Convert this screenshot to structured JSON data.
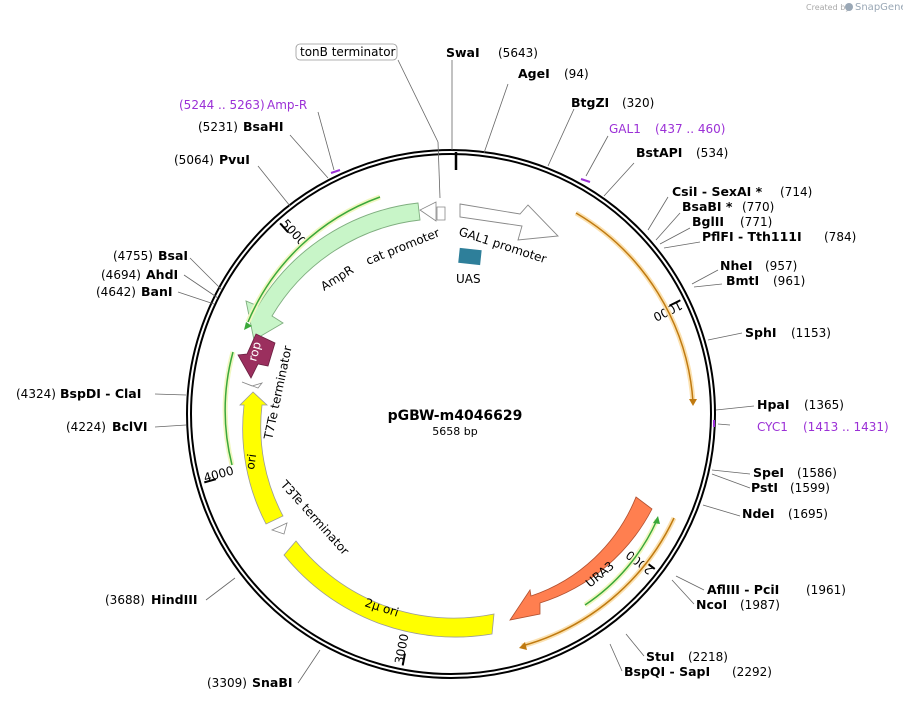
{
  "header": {
    "created_by": "Created by",
    "brand": "SnapGene"
  },
  "plasmid": {
    "name": "pGBW-m4046629",
    "length_label": "5658 bp",
    "length": 5658
  },
  "ticks": [
    {
      "pos": 1000,
      "label": "1000"
    },
    {
      "pos": 2000,
      "label": "2000"
    },
    {
      "pos": 3000,
      "label": "3000"
    },
    {
      "pos": 4000,
      "label": "4000"
    },
    {
      "pos": 5000,
      "label": "5000"
    }
  ],
  "sites_right": [
    {
      "name": "SwaI",
      "pos_label": "(5643)",
      "pos": 5643
    },
    {
      "name": "AgeI",
      "pos_label": "(94)",
      "pos": 94
    },
    {
      "name": "BtgZI",
      "pos_label": "(320)",
      "pos": 320
    },
    {
      "name": "BstAPI",
      "pos_label": "(534)",
      "pos": 534
    },
    {
      "name": "CsiI  - SexAI *",
      "pos_label": "(714)",
      "pos": 714
    },
    {
      "name": "BsaBI *",
      "pos_label": "(770)",
      "pos": 770
    },
    {
      "name": "BglII",
      "pos_label": "(771)",
      "pos": 771
    },
    {
      "name": "PflFI  - Tth111I",
      "pos_label": "(784)",
      "pos": 784
    },
    {
      "name": "NheI",
      "pos_label": "(957)",
      "pos": 957
    },
    {
      "name": "BmtI",
      "pos_label": "(961)",
      "pos": 961
    },
    {
      "name": "SphI",
      "pos_label": "(1153)",
      "pos": 1153
    },
    {
      "name": "HpaI",
      "pos_label": "(1365)",
      "pos": 1365
    },
    {
      "name": "SpeI",
      "pos_label": "(1586)",
      "pos": 1586
    },
    {
      "name": "PstI",
      "pos_label": "(1599)",
      "pos": 1599
    },
    {
      "name": "NdeI",
      "pos_label": "(1695)",
      "pos": 1695
    },
    {
      "name": "AflIII  - PciI",
      "pos_label": "(1961)",
      "pos": 1961
    },
    {
      "name": "NcoI",
      "pos_label": "(1987)",
      "pos": 1987
    },
    {
      "name": "StuI",
      "pos_label": "(2218)",
      "pos": 2218
    },
    {
      "name": "BspQI  - SapI",
      "pos_label": "(2292)",
      "pos": 2292
    }
  ],
  "sites_left": [
    {
      "name": "SnaBI",
      "pos_label": "(3309)",
      "pos": 3309
    },
    {
      "name": "HindIII",
      "pos_label": "(3688)",
      "pos": 3688
    },
    {
      "name": "BclVI",
      "pos_label": "(4224)",
      "pos": 4224
    },
    {
      "name": "BspDI  - ClaI",
      "pos_label": "(4324)",
      "pos": 4324
    },
    {
      "name": "BanI",
      "pos_label": "(4642)",
      "pos": 4642
    },
    {
      "name": "AhdI",
      "pos_label": "(4694)",
      "pos": 4694
    },
    {
      "name": "BsaI",
      "pos_label": "(4755)",
      "pos": 4755
    },
    {
      "name": "PvuI",
      "pos_label": "(5064)",
      "pos": 5064
    },
    {
      "name": "BsaHI",
      "pos_label": "(5231)",
      "pos": 5231
    }
  ],
  "primers": [
    {
      "name": "GAL1",
      "range_label": "(437 .. 460)",
      "pos": 448
    },
    {
      "name": "CYC1",
      "range_label": "(1413 .. 1431)",
      "pos": 1422
    },
    {
      "name": "Amp-R",
      "range_label": "(5244 .. 5263)",
      "pos": 5253
    }
  ],
  "features": [
    {
      "name": "GAL1 promoter",
      "type": "promoter"
    },
    {
      "name": "UAS",
      "type": "misc"
    },
    {
      "name": "cat promoter",
      "type": "promoter"
    },
    {
      "name": "AmpR",
      "type": "cds"
    },
    {
      "name": "rop",
      "type": "cds"
    },
    {
      "name": "T7Te terminator",
      "type": "terminator"
    },
    {
      "name": "ori",
      "type": "rep_origin"
    },
    {
      "name": "T3Te terminator",
      "type": "terminator"
    },
    {
      "name": "2μ ori",
      "type": "rep_origin"
    },
    {
      "name": "URA3",
      "type": "cds"
    },
    {
      "name": "tonB terminator",
      "type": "terminator"
    }
  ],
  "colors": {
    "backbone": "#000000",
    "cds_amp": "#c8f5c8",
    "rop": "#9b2f5e",
    "ura3": "#ff7f50",
    "ori": "#ffff00",
    "uas": "#2e7f9a",
    "primer": "#9b30d6",
    "orange_line": "#f0a020",
    "green_line": "#3aa83a"
  }
}
